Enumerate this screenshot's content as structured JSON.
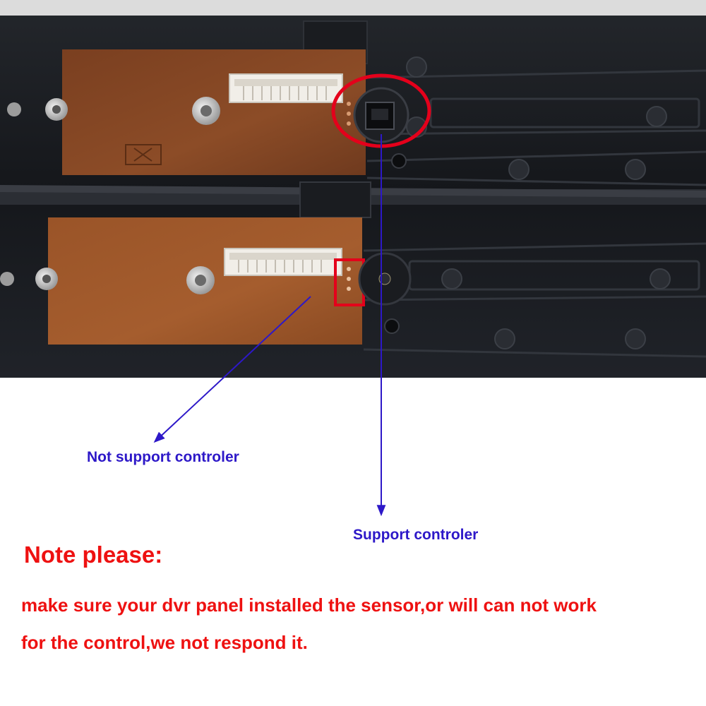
{
  "colors": {
    "annotation_blue": "#2d18c8",
    "highlight_red": "#e4001b",
    "note_red": "#ee1111",
    "panel_black": "#17191d",
    "board_brown": "#8c4d28",
    "connector_white": "#f1eee8"
  },
  "annotations": {
    "not_supported_label": "Not support controler",
    "supported_label": "Support controler"
  },
  "note": {
    "title": "Note please:",
    "line_1": "make sure your dvr panel installed the sensor,or will can not work",
    "line_2": "for the control,we not respond it."
  }
}
